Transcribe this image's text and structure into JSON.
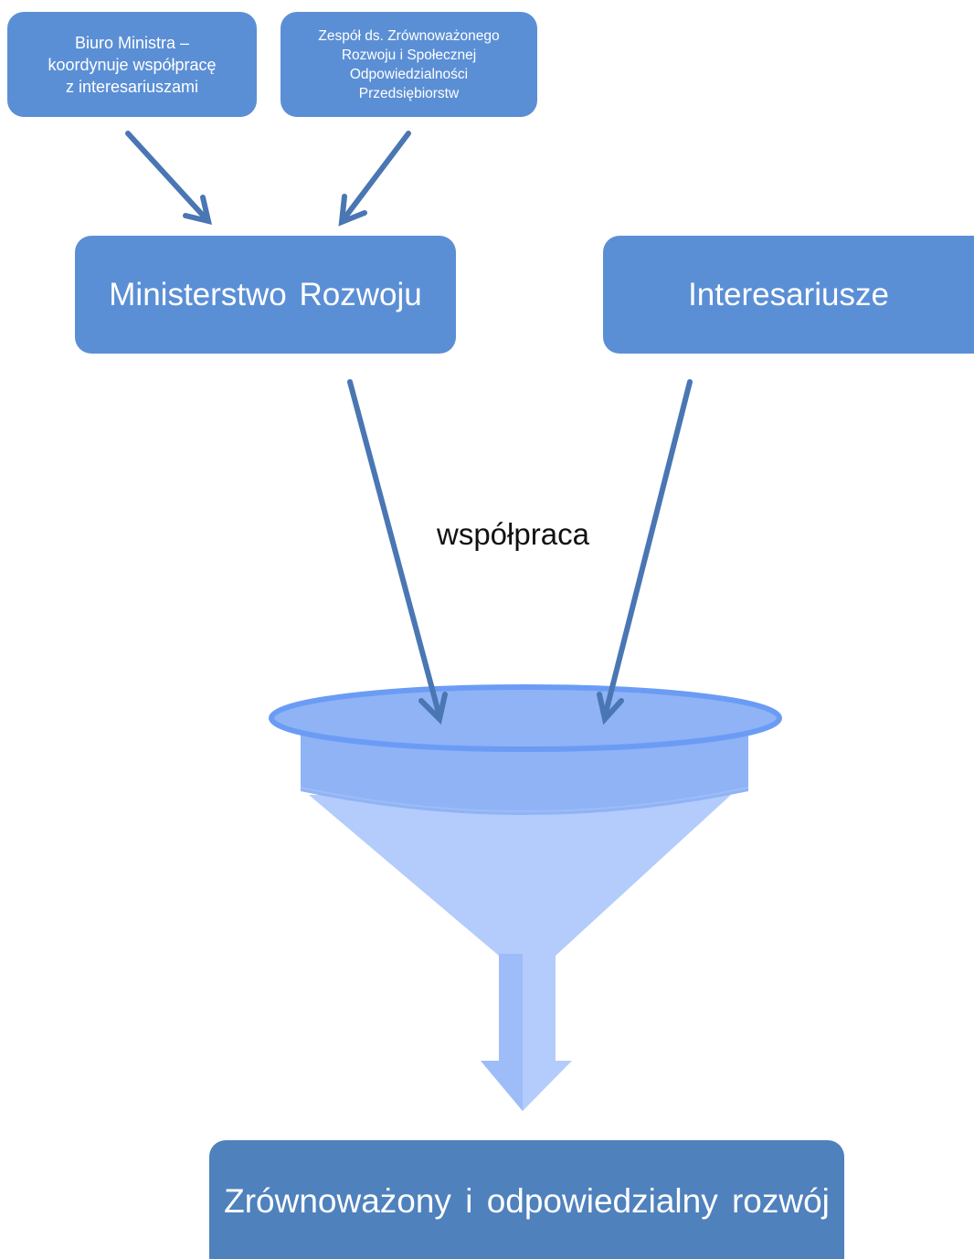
{
  "boxes": {
    "biuro": "Biuro Ministra –\nkoordynuje współpracę\nz interesariuszami",
    "zespol": "Zespół ds. Zrównoważonego\nRozwoju  i Społecznej\nOdpowiedzialności\nPrzedsiębiorstw",
    "ministerstwo": "Ministerstwo Rozwoju",
    "interesariusze": "Interesariusze",
    "rozwoj": "Zrównoważony i odpowiedzialny rozwój"
  },
  "labels": {
    "cooperation": "współpraca"
  },
  "colors": {
    "box_fill": "#5b8fd5",
    "box_fill_dark": "#4f81bd",
    "arrow": "#4a76b3",
    "funnel_rim": "#6b9cf5",
    "funnel_body": "#8fb3f5",
    "funnel_cone": "#b3ccfb",
    "text": "#ffffff"
  }
}
